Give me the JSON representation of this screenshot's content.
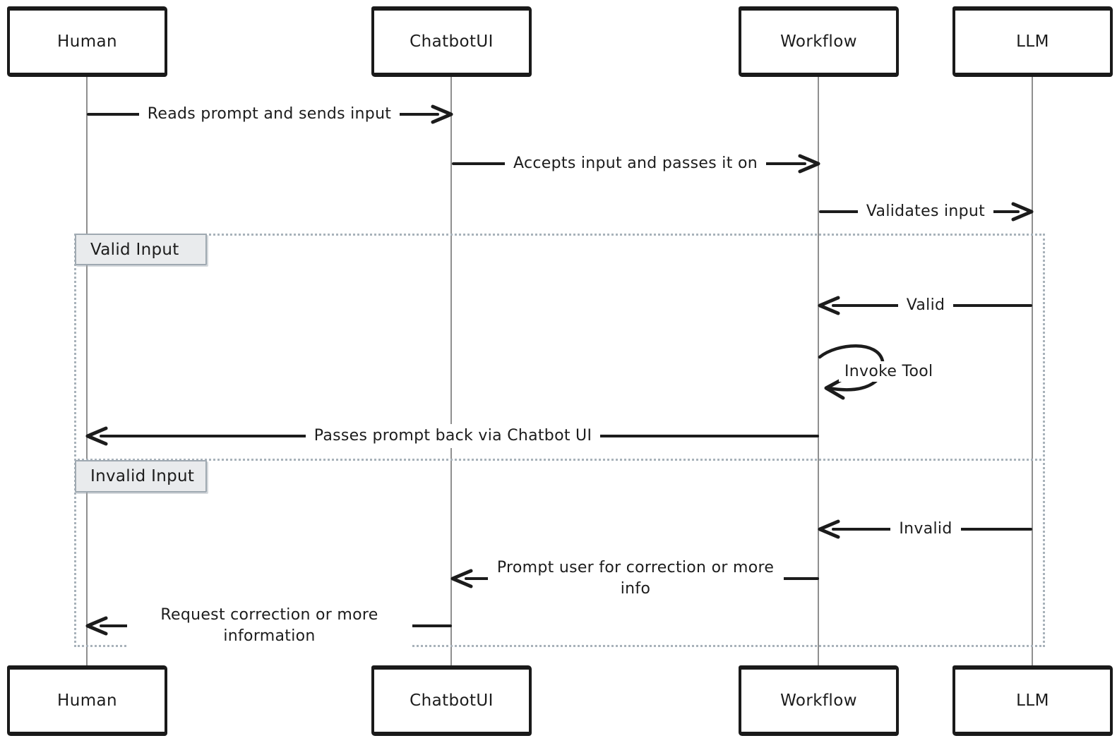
{
  "diagram_type": "sequence",
  "actors": [
    {
      "name": "Human"
    },
    {
      "name": "ChatbotUI"
    },
    {
      "name": "Workflow"
    },
    {
      "name": "LLM"
    }
  ],
  "frame": {
    "kind": "alt",
    "sections": [
      {
        "label": "Valid Input"
      },
      {
        "label": "Invalid Input"
      }
    ]
  },
  "messages": [
    {
      "from": "Human",
      "to": "ChatbotUI",
      "direction": "right",
      "text": "Reads prompt and sends input"
    },
    {
      "from": "ChatbotUI",
      "to": "Workflow",
      "direction": "right",
      "text": "Accepts input and passes it on"
    },
    {
      "from": "Workflow",
      "to": "LLM",
      "direction": "right",
      "text": "Validates input"
    },
    {
      "from": "LLM",
      "to": "Workflow",
      "direction": "left",
      "section": "Valid Input",
      "text": "Valid"
    },
    {
      "from": "Workflow",
      "to": "Workflow",
      "direction": "self",
      "section": "Valid Input",
      "text": "Invoke Tool"
    },
    {
      "from": "Workflow",
      "to": "Human",
      "direction": "left",
      "section": "Valid Input",
      "text": "Passes prompt back via Chatbot UI"
    },
    {
      "from": "LLM",
      "to": "Workflow",
      "direction": "left",
      "section": "Invalid Input",
      "text": "Invalid"
    },
    {
      "from": "Workflow",
      "to": "ChatbotUI",
      "direction": "left",
      "section": "Invalid Input",
      "text": "Prompt user for correction or more info"
    },
    {
      "from": "ChatbotUI",
      "to": "Human",
      "direction": "left",
      "section": "Invalid Input",
      "text": "Request correction or more information"
    }
  ],
  "colors": {
    "background": "#ffffff",
    "ink": "#1c1c1c",
    "lifeline": "#8f8f8f",
    "frame_border": "#a8b2ba",
    "section_label_fill": "#e9ebed",
    "section_label_border": "#9fa9b1"
  }
}
